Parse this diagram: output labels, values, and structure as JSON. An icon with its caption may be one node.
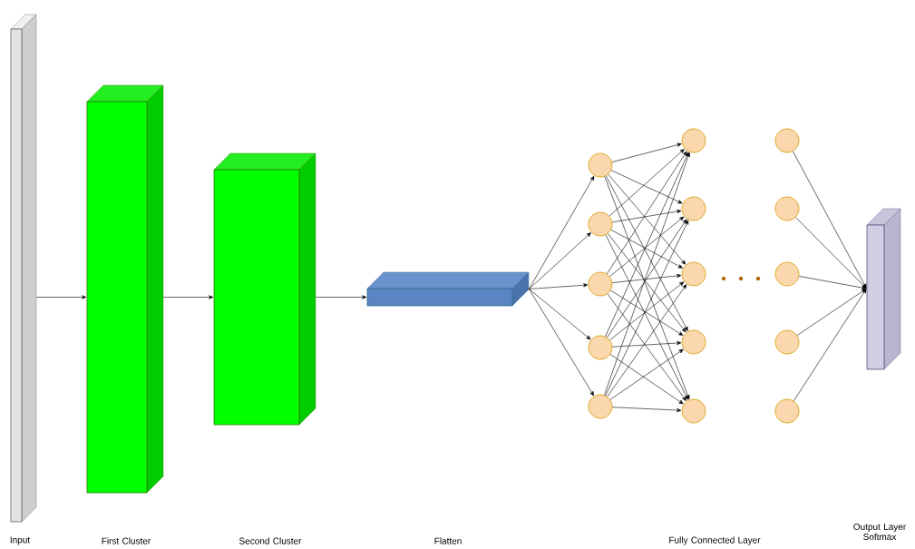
{
  "diagram": {
    "nodes": [
      {
        "text": [],
        "shape": "box"
      },
      {
        "text": [],
        "shape": "box"
      },
      {
        "text": [],
        "shape": "box"
      },
      {
        "text": [],
        "shape": "box"
      },
      {
        "text": [],
        "shape": "circle"
      },
      {
        "text": [],
        "shape": "circle"
      },
      {
        "text": [],
        "shape": "circle"
      },
      {
        "text": [],
        "shape": "circle"
      },
      {
        "text": [],
        "shape": "circle"
      },
      {
        "text": [],
        "shape": "circle"
      },
      {
        "text": [],
        "shape": "circle"
      },
      {
        "text": [],
        "shape": "circle"
      },
      {
        "text": [],
        "shape": "circle"
      },
      {
        "text": [],
        "shape": "circle"
      },
      {
        "text": [],
        "shape": "circle"
      },
      {
        "text": [],
        "shape": "circle"
      },
      {
        "text": [],
        "shape": "circle"
      },
      {
        "text": [],
        "shape": "circle"
      },
      {
        "text": [],
        "shape": "circle"
      },
      {
        "text": [],
        "shape": "box"
      }
    ],
    "edges": [
      {
        "from": 0,
        "to": 1,
        "arrow": "to"
      },
      {
        "from": 1,
        "to": 2,
        "arrow": "to"
      },
      {
        "from": 2,
        "to": 3,
        "arrow": "to"
      },
      {
        "from": 3,
        "to": 4,
        "arrow": "to"
      },
      {
        "from": 3,
        "to": 5,
        "arrow": "to"
      },
      {
        "from": 3,
        "to": 6,
        "arrow": "to"
      },
      {
        "from": 3,
        "to": 7,
        "arrow": "to"
      },
      {
        "from": 3,
        "to": 8,
        "arrow": "to"
      },
      {
        "from": 4,
        "to": 9,
        "arrow": "to"
      },
      {
        "from": 4,
        "to": 10,
        "arrow": "to"
      },
      {
        "from": 4,
        "to": 11,
        "arrow": "to"
      },
      {
        "from": 4,
        "to": 12,
        "arrow": "to"
      },
      {
        "from": 4,
        "to": 13,
        "arrow": "to"
      },
      {
        "from": 5,
        "to": 9,
        "arrow": "to"
      },
      {
        "from": 5,
        "to": 10,
        "arrow": "to"
      },
      {
        "from": 5,
        "to": 11,
        "arrow": "to"
      },
      {
        "from": 5,
        "to": 12,
        "arrow": "to"
      },
      {
        "from": 5,
        "to": 13,
        "arrow": "to"
      },
      {
        "from": 6,
        "to": 9,
        "arrow": "to"
      },
      {
        "from": 6,
        "to": 10,
        "arrow": "to"
      },
      {
        "from": 6,
        "to": 11,
        "arrow": "to"
      },
      {
        "from": 6,
        "to": 12,
        "arrow": "to"
      },
      {
        "from": 6,
        "to": 13,
        "arrow": "to"
      },
      {
        "from": 7,
        "to": 9,
        "arrow": "to"
      },
      {
        "from": 7,
        "to": 10,
        "arrow": "to"
      },
      {
        "from": 7,
        "to": 11,
        "arrow": "to"
      },
      {
        "from": 7,
        "to": 12,
        "arrow": "to"
      },
      {
        "from": 7,
        "to": 13,
        "arrow": "to"
      },
      {
        "from": 8,
        "to": 9,
        "arrow": "to"
      },
      {
        "from": 8,
        "to": 10,
        "arrow": "to"
      },
      {
        "from": 8,
        "to": 11,
        "arrow": "to"
      },
      {
        "from": 8,
        "to": 12,
        "arrow": "to"
      },
      {
        "from": 8,
        "to": 13,
        "arrow": "to"
      },
      {
        "from": 14,
        "to": 19,
        "arrow": "to"
      },
      {
        "from": 15,
        "to": 19,
        "arrow": "to"
      },
      {
        "from": 16,
        "to": 19,
        "arrow": "to"
      },
      {
        "from": 17,
        "to": 19,
        "arrow": "to"
      },
      {
        "from": 18,
        "to": 19,
        "arrow": "to"
      }
    ],
    "labels": [
      "Input",
      "First Cluster",
      "Second Cluster",
      "Flatten",
      "Fully Connected Layer",
      "Output Layer Softmax"
    ]
  }
}
